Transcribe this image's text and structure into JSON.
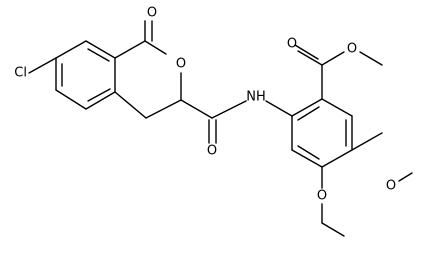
{
  "molecule": {
    "atoms": {
      "chlorine": "Cl",
      "carbonyl_oxygen_lactone": "O",
      "ring_oxygen": "O",
      "amide_nitrogen": "NH",
      "amide_oxygen": "O",
      "ester_carbonyl_oxygen": "O",
      "ester_oxygen": "O",
      "methoxy_oxygen_upper": "O",
      "methoxy_oxygen_lower": "O"
    }
  },
  "colors": {
    "bond": "#000000",
    "label": "#000000",
    "background": "#ffffff"
  }
}
